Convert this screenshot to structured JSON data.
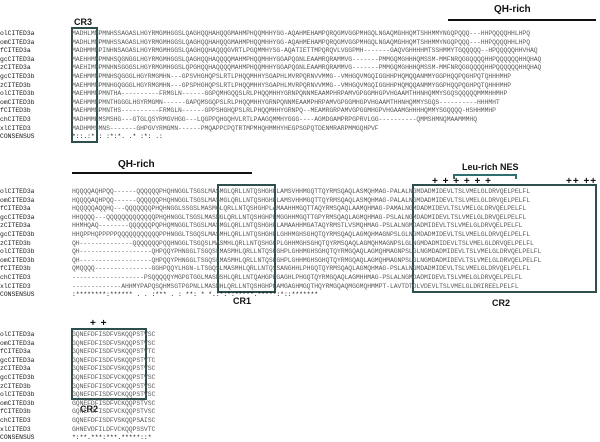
{
  "labels": {
    "cr3": "CR3",
    "qh_rich_top": "QH-rich",
    "qh_rich_mid": "QH-rich",
    "leu_rich_nes": "Leu-rich NES",
    "cr1": "CR1",
    "cr2_mid": "CR2",
    "cr2_bottom": "CR2",
    "plus_nes_a": "+ +  + +  + +",
    "plus_nes_b": "++ ++",
    "plus_bottom": "+  +"
  },
  "block1": [
    {
      "name": "olCITED3a",
      "seq": "MADHLMMPMNHSSAGASLHGYRMGMHGGSLQAGHQQHAHQQGMAHMPHQQMHHYGG-AQAHMEHAMPQRQGMVGGPMHGQLNGAQMGHHQMTSHHMMYNGQPQQQ---HHPQQQQHHLHPQ"
    },
    {
      "name": "omCITED3a",
      "seq": "MADHLMMPMNHSSAGASLHGYRMGMHGGSLQAGHQQHAHQQGMAHMPHQQMHHYGG-AQAHMEHAMPQRQGMVGGPMHGQLNGAQMGHHQMTSHHMMYNGQPQQQ---HHPQQQQHHLHPQ"
    },
    {
      "name": "fCITED3a",
      "seq": "MADHMMMPINHNSAGASLHGYRMGMHGGSLQAGHQQHAQQQGVRTLPGQMMHYSG-AQATIETTMPQRQVLVGGPMH-------GAQVGHHHHMTSSHMMYTGQQQQQ--HPQQQQQHHVHAQ"
    },
    {
      "name": "gcCITED3a",
      "seq": "MAEHHMMPMNHSQGNGGLHGYRMGMHGGSLQAGHQQHAQQQQMAHMPHQQMHHYGGAPQGNLEAAMRQRAMMVG-------PMMGQMGHHHQMSSM-MMFNRQGGQQQQHHPQQQQQQHHQHAQ"
    },
    {
      "name": "zCITED3a",
      "seq": "MAEHIMMPMNHNSGGGSLHGYRMGMHGGSLQPGHQQHAQQQQMAHMPHQQMHHYGGAPQGNLEAAMRQRAMMVG-------PMMGQMGHHHQMSSM-MMFNRQGGQQQQHHPQQQQQQHHQHAQ"
    },
    {
      "name": "gcCITED3b",
      "seq": "MAEHMMMPMNHSQGGGLHGYRMGMHN---GPSVHGHQPSLRTLPHQQMHHYSGAPHLMVRPQRNVVMMG--VMHGQVMGQIGGHHPHQMQQANMMYGGPHQQPQGHPQTQHHHMHP"
    },
    {
      "name": "zCITED3b",
      "seq": "MAEHMMMPMNHGQGGGLHGYRMGMHN---GPSPHGHQPSLRTLPHQQMHHYSGAPHLMVRPQRNVVMMG--VMHGQVMGQIGGHHPHQMQQANMMYGGPHQQPQGHPQTQHHHMHP"
    },
    {
      "name": "olCITED3b",
      "seq": "MAEHMMMPMNTHA----------FRMGLN------GGPQMHGQQSLRLPHQQMHHYGRNPQNNMEAAMPHRPAMVGPGGMHGPVHGAAMTHHNHQMMYSGQSQQQQQMMMHHMHP"
    },
    {
      "name": "omCITED3b",
      "seq": "MAEHMMMPMNTHGGGLHGYRMGMN------GAPQMSGQPSLRLPHQQMHHYGRNPQNNMEAAMPHRPAMVGPGGMHGPVHGAAMTHHNHQMMYSGQS----------HHHMHT"
    },
    {
      "name": "fCITED3b",
      "seq": "MAEHMMMPMNTHS----------FRMGLN------GPPSHGHQPSLRLPHQQMHHYGRNPQ--MEAMRGRPAMVGPGGMHGPVHGAAMGHHHHQMMYSGQQQQ-HSHHMMHP"
    },
    {
      "name": "chCITED3",
      "seq": "MADHMMPMSMSHG---GTGLQSYRMGVHGG---LQGPPQHGQHVLRTLPAAGQMMHYGGG----AGMDGAMPRPGPRVLGG----------QMMSHMNQMAAMMMHQ"
    },
    {
      "name": "xlCITED3",
      "seq": "MADHMMSMNS-------GHPGVYRMGMN------PMQAPPCPQTRTMPMHQHMMHYHEGPSGPQTDENMRARPMMGQHPVF"
    },
    {
      "name": "CONSENSUS",
      "seq": "*::.:* :         :*:*.          .*   :*:   .:"
    }
  ],
  "block2": [
    {
      "name": "olCITED3a",
      "seq": "HQQQQAQHPQQ------QQQQQQPHQHNGGLTSGSLMASMGLQRLLNTQSHGHPLAMSVHHMGQTTQYRMSQAQLASMQHMAG-PALALNGMDADMIDEVLTSLVMELGLDRVQELPELFL"
    },
    {
      "name": "omCITED3a",
      "seq": "HQQQQAQHPQQ------QQQQQQPHQHNGGLTSGSLMASMGLQRLLNTQSHGHPLAMSVHHMGQTTQYRMSQAQLASMQHMAG-PALALNGMDADMIDEVLTSLVMELGLDRVQELPELFL"
    },
    {
      "name": "fCITED3a",
      "seq": "HQQQQQAQQHQ---QQQQQQQPHQHNGGLSSGSLMASMGLQRLLNTQSHGHPLAMAAHHMGQTTAQYRMSQAQLAAMQHMAG-PAMALNGMDADMIDEVLTSLVMELGLDRVQELPELFL"
    },
    {
      "name": "gcCITED3a",
      "seq": "HHQQQQ---QQQQQQQQQQQQQPHQHNGGLTSGSLMASMGLQRLLNTQSHGHPLMGGHHMGQTTGPYRMSQAQLAGMQHMAG-PSLALNGMDADMIDEVLTSLVMELGLDRVQELPELFL"
    },
    {
      "name": "zCITED3a",
      "seq": "HHMHQAQ--------QQQQQQPQPHQMNGGLTSGSLMASMGLQRLLNTQSHGHPLAMAAHHMGATAQYRMSTLVSMQHMAG-PSLALNGMDADMIDEVLTSLVMELGLDRVQELPELFL"
    },
    {
      "name": "gcCITED3b",
      "seq": "HHQPPHQPPPPPQQQQQQQQQQQPPHNGGLTSGQSLMASMHLQRLLNTQSHGHPLGHHMGHSGHQTQYRMSQAQLAGMQHMAGNPSLGLNGMDADMIDEVLTSLVMELGLDRVQELPELFL"
    },
    {
      "name": "zCITED3b",
      "seq": "QH--------------QQQQQQQPQQHNGGLTSGQSLMASMHLQRLLNTQSHGHPLGHHMGHSGHQTQYRMSQAQLAGMQHMAGNPSLGLNGMDADMIDEVLTSLVMELGLDRVQELPELFL"
    },
    {
      "name": "olCITED3b",
      "seq": "QH-------------------QHPQQYPHNGGLTSGQSLMASMHLQRLLNTQSHGHPLGHHMGHSGHQTQYRMGQAQLAGMQHMAGNPSLGLNGMDADMIDEVLTSLVMELGLDRVQELPELFL"
    },
    {
      "name": "omCITED3b",
      "seq": "QH-------------------QHPQQYPHNGGLTSGQSLMASMHLQRLLNTQSHGHPLGHHMGHSGHQTQYRMGQAQLAGMQHMAGNPSLGLNGMDADMIDEVLTSLVMELGLDRVQELPELFL"
    },
    {
      "name": "fCITED3b",
      "seq": "QMQQQQ---------------GGHPQQYLHGN-LTSGQSLMASMHLQRLLNTQSSANGHHLPHGQTQYRMSQAQLAGMQHMAG-PSLALNGMDADMIDEVLTSLVMELGLDRVQELPELFL"
    },
    {
      "name": "chCITED3",
      "seq": "-------------------PSQQQQQYMGPGTGGLMASMSHLQRLLNTQAHGPPGAGHLPHGQTQYRMGQAQLAGMHHMAG-PSLALNGMDADMIDEVLTSLVMELGLDRVQELPELFL"
    },
    {
      "name": "xlCITED3",
      "seq": "-------------AHHMYPAPQSQHMSGTPGPNLLMASMHLQRLLNTQSHGHPLAMGAGHMGQTHQYRMGQAQMGGMQHMMPT-LAVTDTDLVDEVLTSLVMELGLDRIREELPELFL"
    },
    {
      "name": "CONSENSUS",
      "seq": "                                :********:****** .   .          :*** .  :    **:      *  *.:*:*:*****.*****:*::*******"
    }
  ],
  "block3": [
    {
      "name": "olCITED3a",
      "seq": "GQNEFDFISDFVSKQQPSTVSC"
    },
    {
      "name": "omCITED3a",
      "seq": "GQNEFDFISDFVSKQQPSTVSC"
    },
    {
      "name": "fCITED3a",
      "seq": "GQNEFDFISDFVSKQQPSTVTC"
    },
    {
      "name": "gcCITED3a",
      "seq": "GQNEFDFISDFVSKQQPSTVTC"
    },
    {
      "name": "zCITED3a",
      "seq": "GQNEFDFISDFVSKQQPSTVSC"
    },
    {
      "name": "gcCITED3b",
      "seq": "GQNEFDFISDFVCKQQPSTVSC"
    },
    {
      "name": "zCITED3b",
      "seq": "GQNEFDFISDFVCKQQPSTVSC"
    },
    {
      "name": "olCITED3b",
      "seq": "GQNEFDFISDFVCKQQPSTVSC"
    },
    {
      "name": "omCITED3b",
      "seq": "GQNEFDFISDFVCKQQPSTVSC"
    },
    {
      "name": "fCITED3b",
      "seq": "GQNEFDFISDFVCKQQPSTVSC"
    },
    {
      "name": "chCITED3",
      "seq": "GQNEFDFISDFVSKQQPSAISC"
    },
    {
      "name": "xlCITED3",
      "seq": "GHNEVDFILDFVCKQQPSSVTC"
    },
    {
      "name": "CONSENSUS",
      "seq": "*:**.***:***.*****::*"
    }
  ]
}
